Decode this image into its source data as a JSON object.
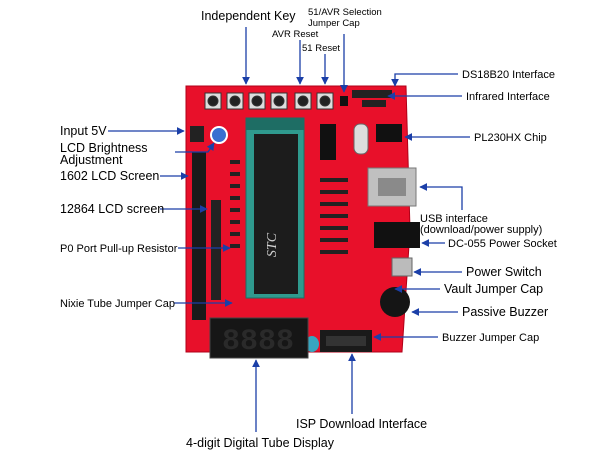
{
  "labels": {
    "independent_key": "Independent Key",
    "avr_selection": "51/AVR Selection",
    "jumper_cap": "Jumper Cap",
    "avr_reset": "AVR Reset",
    "reset_51": "51 Reset",
    "ds18b20": "DS18B20 Interface",
    "infrared": "Infrared Interface",
    "input_5v": "Input 5V",
    "pl230hx": "PL230HX Chip",
    "lcd_brightness_1": "LCD Brightness",
    "lcd_brightness_2": "Adjustment",
    "lcd1602": "1602 LCD Screen",
    "usb_1": "USB interface",
    "usb_2": "(download/power supply)",
    "lcd12864": "12864 LCD screen",
    "dc055": "DC-055 Power Socket",
    "p0_pullup": "P0 Port Pull-up Resistor",
    "power_switch": "Power Switch",
    "vault_jumper": "Vault Jumper Cap",
    "nixie_jumper": "Nixie Tube Jumper Cap",
    "passive_buzzer": "Passive Buzzer",
    "buzzer_jumper": "Buzzer Jumper Cap",
    "isp": "ISP Download Interface",
    "digital_tube": "4-digit Digital Tube Display"
  },
  "board": {
    "chip_text": "STC",
    "display_digits": "8888",
    "color_pcb": "#e8102a",
    "color_arrow": "#1b3fa8"
  }
}
